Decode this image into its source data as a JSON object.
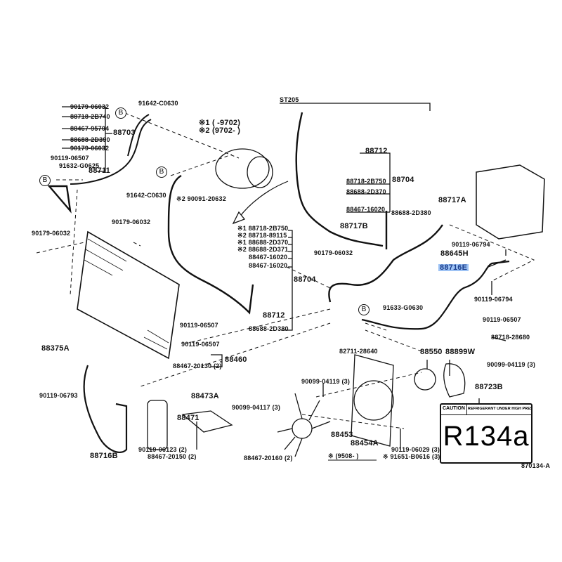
{
  "diagram_id": "870134-A",
  "header": {
    "model": "ST205"
  },
  "notes": {
    "n1": "※1 (      -9702)",
    "n2": "※2 (9702-      )",
    "n3": "※ (9508-      )"
  },
  "connector_marker": "B",
  "caution_label": {
    "part": "88723B",
    "caution": "CAUTION",
    "warning": "REFRIGERANT UNDER HIGH PRESSURE",
    "refrigerant": "R134a"
  },
  "labels": [
    "90179-06032",
    "88718-2B740",
    "88467-95704",
    "88688-2D390",
    "90179-06032",
    "90119-06507",
    "91632-G0625",
    "88711",
    "88703",
    "91642-C0630",
    "91642-C0630",
    "※2 90091-20632",
    "90179-06032",
    "90179-06032",
    "88712",
    "88704",
    "88718-2B750",
    "88688-2D370",
    "88467-16020",
    "88688-2D380",
    "88717A",
    "88717B",
    "※1 88718-2B750",
    "※2 88718-89115",
    "※1 88688-2D370",
    "※2 88688-2D371",
    "88467-16020",
    "88467-16020",
    "88704",
    "88712",
    "88688-2D380",
    "90179-06032",
    "90119-06794",
    "88645H",
    "88716E",
    "90119-06794",
    "91633-G0630",
    "90119-06507",
    "88718-28680",
    "82711-28640",
    "88550",
    "88899W",
    "90099-04119 (3)",
    "90099-04119 (3)",
    "88453",
    "88454A",
    "90119-06029 (3)",
    "※ 91651-B0616 (3)",
    "88375A",
    "90119-06793",
    "88716B",
    "88471",
    "88473A",
    "90099-04117 (3)",
    "90119-06123 (2)",
    "88467-20150 (2)",
    "88467-20160 (2)",
    "90119-06507",
    "90119-06507",
    "88460",
    "88467-20130 (2)"
  ],
  "highlighted_part": "88716E"
}
